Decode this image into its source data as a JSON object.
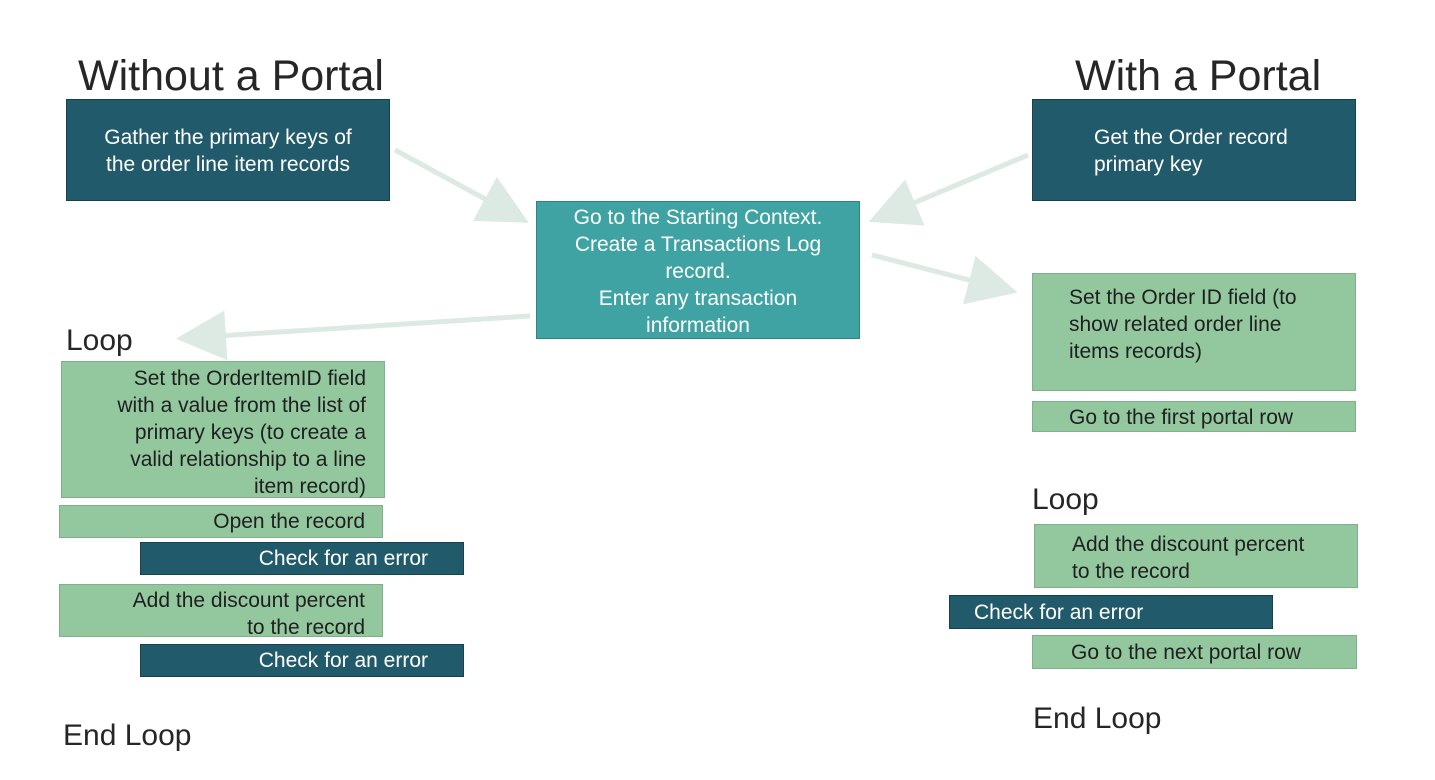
{
  "left": {
    "title": "Without a Portal",
    "gather": "Gather the primary keys of\nthe order line item records",
    "loop_label": "Loop",
    "set_field": "Set the OrderItemID field\nwith a value from the list of\nprimary keys (to create a\nvalid relationship to a line\nitem record)",
    "open_record": "Open the record",
    "check_error_1": "Check for an error",
    "add_discount": "Add the discount percent\nto the record",
    "check_error_2": "Check for an error",
    "end_loop": "End Loop"
  },
  "center": {
    "starting_context": "Go to the Starting Context.\nCreate a Transactions Log\nrecord.\nEnter any transaction\ninformation"
  },
  "right": {
    "title": "With a Portal",
    "get_order": "Get the Order record\nprimary key",
    "set_order_id": "Set the Order ID field (to\nshow related order line\nitems records)",
    "first_row": "Go to the first portal row",
    "loop_label": "Loop",
    "add_discount": "Add the discount percent\nto the record",
    "check_error": "Check for an error",
    "next_row": "Go to the next portal row",
    "end_loop": "End Loop"
  },
  "colors": {
    "dark_box": "#215a6b",
    "teal_box": "#3fa3a3",
    "green_box": "#93c89f",
    "arrow": "#dde9e3"
  }
}
